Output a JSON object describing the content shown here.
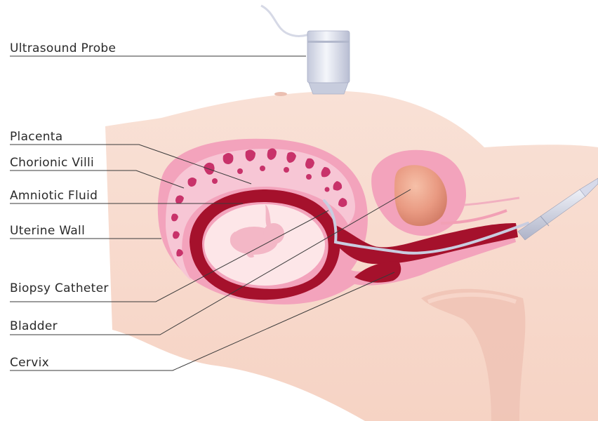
{
  "labels": {
    "ultrasound_probe": "Ultrasound Probe",
    "placenta": "Placenta",
    "chorionic_villi": "Chorionic Villi",
    "amniotic_fluid": "Amniotic Fluid",
    "uterine_wall": "Uterine Wall",
    "biopsy_catheter": "Biopsy Catheter",
    "bladder": "Bladder",
    "cervix": "Cervix"
  },
  "colors": {
    "skin": "#f7d8cc",
    "skin_shadow": "#f0c6b8",
    "uterus_outer": "#f4a8c0",
    "placenta": "#f7c6d5",
    "villi": "#c8326a",
    "uterine_wall_dark": "#a5112c",
    "amniotic": "#fde6e8",
    "fetus": "#f3b7c6",
    "bladder": "#e58a77",
    "probe": "#dfe3ef",
    "catheter": "#c9cde0",
    "leader_line": "#3a3a3a"
  }
}
